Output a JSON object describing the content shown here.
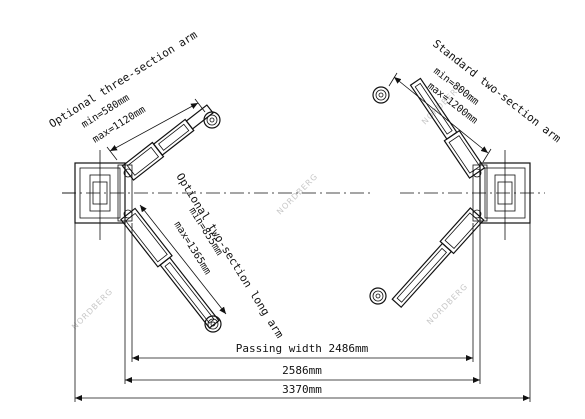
{
  "labels": {
    "three_section_title": "Optional three-section arm",
    "three_section_min": "min=580mm",
    "three_section_max": "max=1120mm",
    "standard_title": "Standard two-section arm",
    "standard_min": "min=800mm",
    "standard_max": "max=1200mm",
    "long_title": "Optional two-section long arm",
    "long_min": "min=855mm",
    "long_max": "max=1365mm",
    "passing_width": "Passing width 2486mm",
    "dim_2586": "2586mm",
    "dim_3370": "3370mm"
  },
  "watermark": "NORDBERG",
  "colors": {
    "line": "#111111",
    "watermark": "#c8c8c8",
    "background": "#ffffff"
  }
}
